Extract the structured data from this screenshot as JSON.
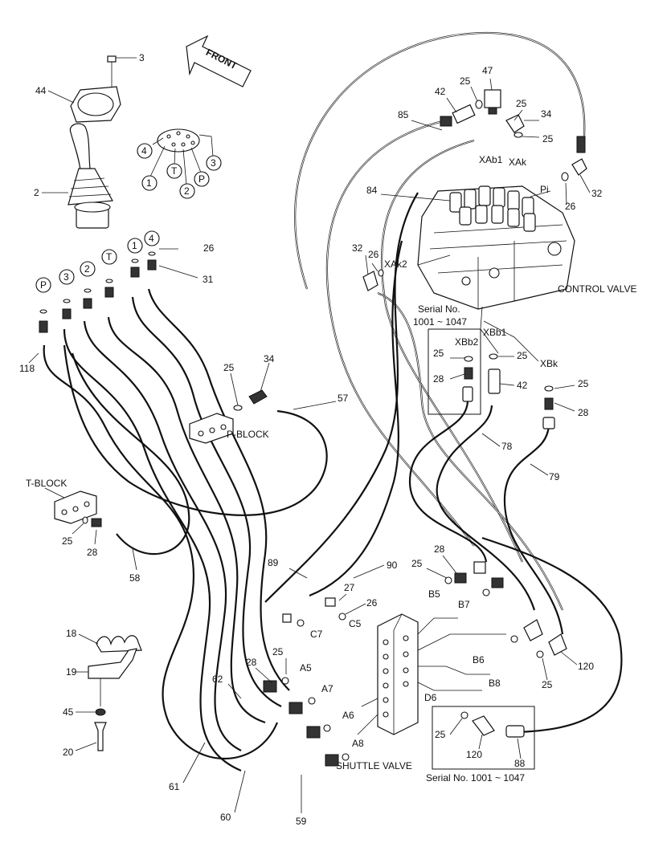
{
  "front_arrow": "FRONT",
  "assemblies": {
    "control_valve": "CONTROL VALVE",
    "p_block": "P-BLOCK",
    "t_block": "T-BLOCK",
    "shuttle_valve": "SHUTTLE VALVE"
  },
  "serial_notes": {
    "top": "Serial No.\n1001 ~ 1047",
    "top_line1": "Serial No.",
    "top_line2": "1001 ~ 1047",
    "bottom": "Serial No. 1001 ~ 1047"
  },
  "joystick_ports": [
    "1",
    "2",
    "3",
    "4",
    "P",
    "T"
  ],
  "port_labels": {
    "XAb1": "XAb1",
    "XAk": "XAk",
    "XAk2": "XAk2",
    "Pi": "Pi",
    "XBb2": "XBb2",
    "XBb1": "XBb1",
    "XBk": "XBk",
    "A5": "A5",
    "A6": "A6",
    "A7": "A7",
    "A8": "A8",
    "B5": "B5",
    "B6": "B6",
    "B7": "B7",
    "B8": "B8",
    "C5": "C5",
    "C7": "C7",
    "D6": "D6"
  },
  "part_numbers": {
    "p3": "3",
    "p44": "44",
    "p2": "2",
    "p26a": "26",
    "p31": "31",
    "p118": "118",
    "p25a": "25",
    "p34a": "34",
    "p57": "57",
    "p25b": "25",
    "p28a": "28",
    "p58": "58",
    "p85": "85",
    "p42a": "42",
    "p25c": "25",
    "p47": "47",
    "p25d": "25",
    "p34b": "34",
    "p25e": "25",
    "p84": "84",
    "p32a": "32",
    "p26b": "26",
    "p32b": "32",
    "p26c": "26",
    "p25f": "25",
    "p28b": "28",
    "p25g": "25",
    "p42b": "42",
    "p25h": "25",
    "p28c": "28",
    "p78": "78",
    "p79": "79",
    "p89": "89",
    "p90": "90",
    "p28d": "28",
    "p25i": "25",
    "p27": "27",
    "p26d": "26",
    "p18": "18",
    "p19": "19",
    "p45": "45",
    "p20": "20",
    "p25j": "25",
    "p28e": "28",
    "p62": "62",
    "p61": "61",
    "p60": "60",
    "p59": "59",
    "p120a": "120",
    "p25k": "25",
    "p25l": "25",
    "p120b": "120",
    "p88": "88"
  }
}
